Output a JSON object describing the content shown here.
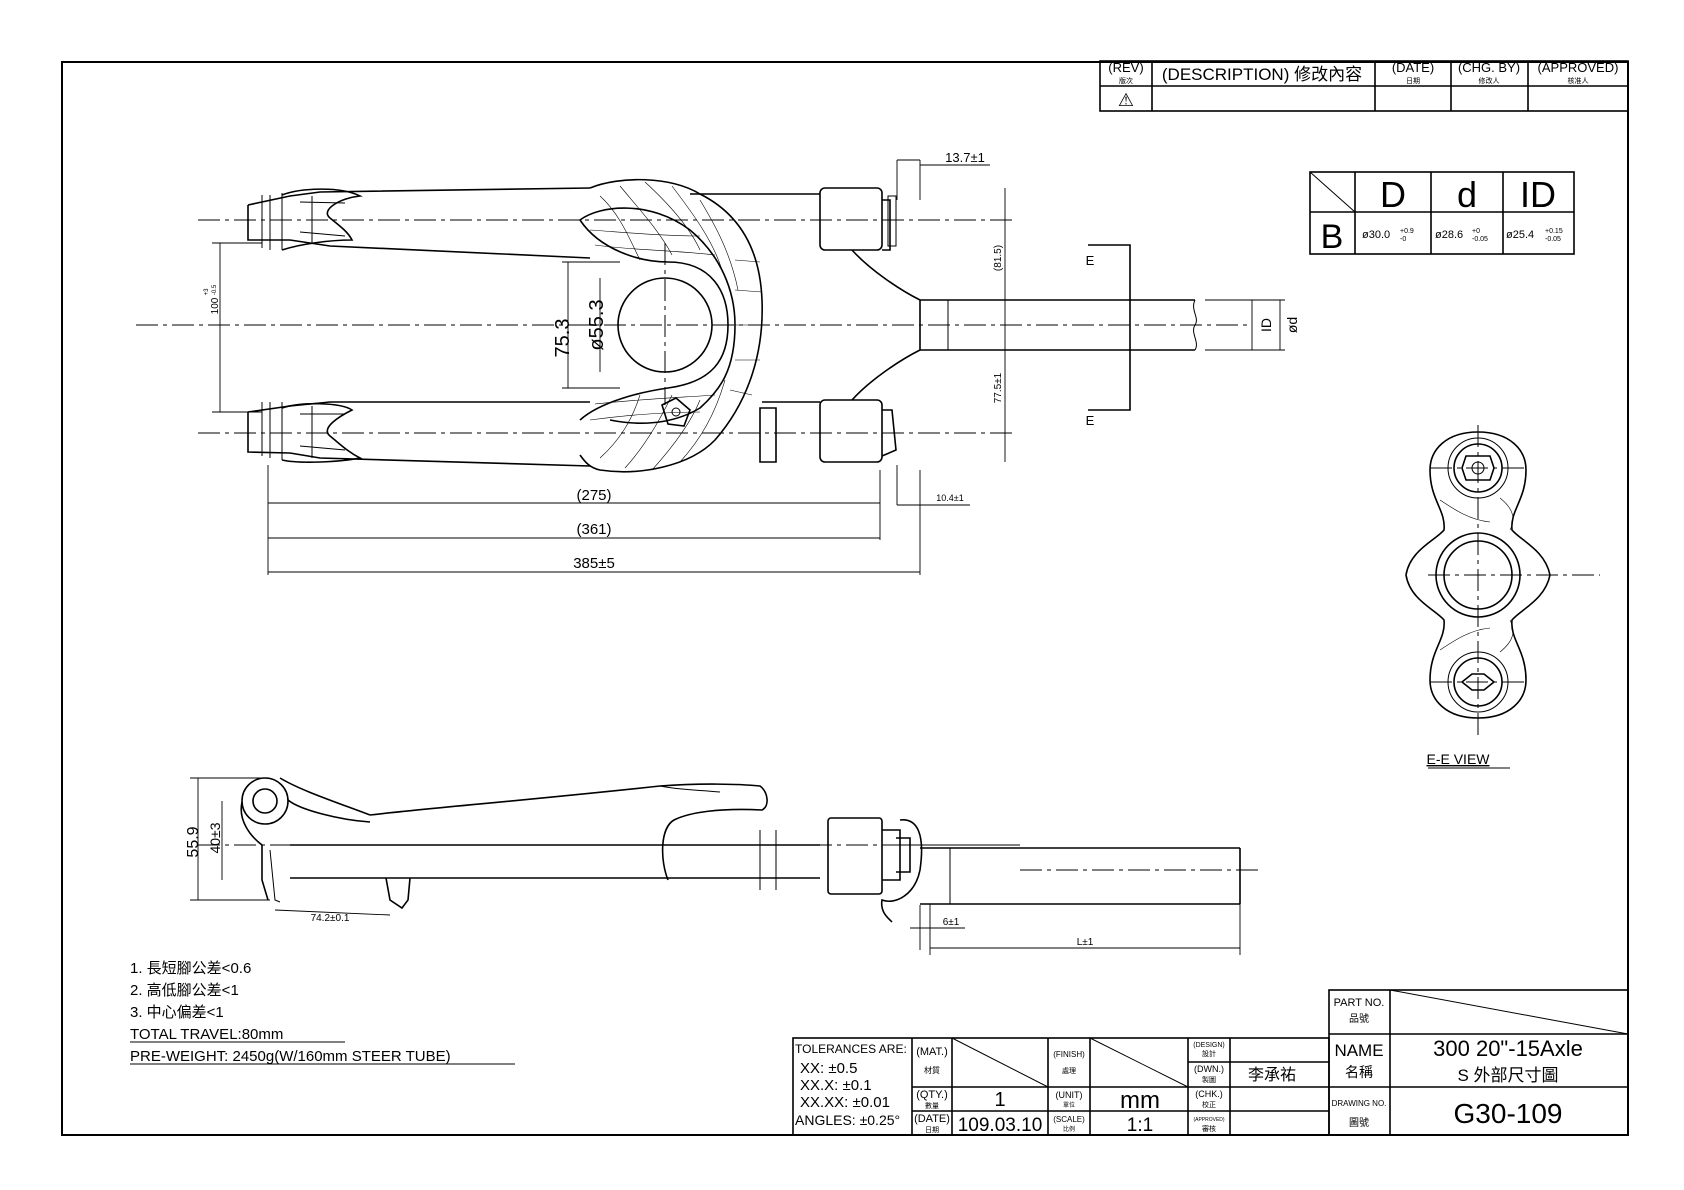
{
  "revision_table": {
    "rev": "(REV)",
    "rev_sub": "版次",
    "description": "(DESCRIPTION) 修改內容",
    "date": "(DATE)",
    "date_sub": "日期",
    "chg_by": "(CHG. BY)",
    "chg_by_sub": "修改人",
    "approved": "(APPROVED)",
    "approved_sub": "核准人",
    "rev_symbol": "⚠"
  },
  "size_table": {
    "col_d_upper": "D",
    "col_d_lower": "d",
    "col_id": "ID",
    "row_label": "B",
    "d_upper_value": "ø30.0",
    "d_upper_tol_top": "+0.9",
    "d_upper_tol_bot": "-0",
    "d_lower_value": "ø28.6",
    "d_lower_tol_top": "+0",
    "d_lower_tol_bot": "-0.05",
    "id_value": "ø25.4",
    "id_tol_top": "+0.15",
    "id_tol_bot": "-0.05"
  },
  "top_view": {
    "dim_13_7": "13.7±1",
    "dim_81_5": "(81.5)",
    "dim_77_5": "77.5±1",
    "dim_100": "100",
    "dim_100_tol_top": "+3",
    "dim_100_tol_bot": "-0.5",
    "dim_75_3": "75.3",
    "dim_55_3": "ø55.3",
    "dim_275": "(275)",
    "dim_361": "(361)",
    "dim_385": "385±5",
    "dim_10_4": "10.4±1",
    "section_mark_top": "E",
    "section_mark_bottom": "E",
    "label_id": "ID",
    "label_od": "ød"
  },
  "ee_view": {
    "title": "E-E VIEW"
  },
  "side_view": {
    "dim_55_9": "55.9",
    "dim_40": "40±3",
    "dim_74_2": "74.2±0.1",
    "dim_6": "6±1",
    "dim_l": "L±1"
  },
  "notes": {
    "n1": "1. 長短腳公差<0.6",
    "n2": "2. 高低腳公差<1",
    "n3": "3. 中心偏差<1",
    "travel": "TOTAL TRAVEL:80mm",
    "weight": "PRE-WEIGHT: 2450g(W/160mm STEER TUBE)"
  },
  "title_block": {
    "tolerances_label": "TOLERANCES ARE:",
    "tol_xx": "XX: ±0.5",
    "tol_xxx": "XX.X: ±0.1",
    "tol_xxxx": "XX.XX: ±0.01",
    "tol_angles": "ANGLES: ±0.25°",
    "mat_label": "(MAT.)",
    "mat_sub": "材質",
    "qty_label": "(QTY.)",
    "qty_sub": "數量",
    "qty_value": "1",
    "date_label": "(DATE)",
    "date_sub": "日期",
    "date_value": "109.03.10",
    "finish_label": "(FINISH)",
    "finish_sub": "處理",
    "unit_label": "(UNIT)",
    "unit_sub": "單位",
    "unit_value": "mm",
    "scale_label": "(SCALE)",
    "scale_sub": "比例",
    "scale_value": "1:1",
    "design_label": "(DESIGN)",
    "design_sub": "設計",
    "dwn_label": "(DWN.)",
    "dwn_sub": "製圖",
    "dwn_value": "李承祐",
    "chk_label": "(CHK.)",
    "chk_sub": "校正",
    "approved_label": "(APPROVED)",
    "approved_sub": "審核",
    "part_no_label": "PART NO.",
    "part_no_sub": "品號",
    "name_label": "NAME",
    "name_sub": "名稱",
    "name_line1": "300 20\"-15Axle",
    "name_line2": "S    外部尺寸圖",
    "drawing_no_label": "DRAWING NO.",
    "drawing_no_sub": "圖號",
    "drawing_no_value": "G30-109"
  }
}
